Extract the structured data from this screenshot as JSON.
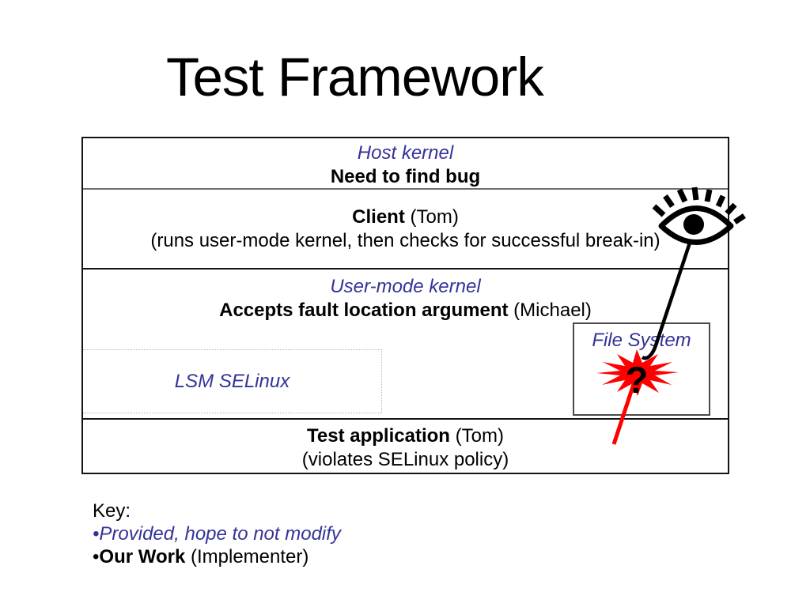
{
  "slide": {
    "title": "Test Framework"
  },
  "colors": {
    "accent_blue": "#333399",
    "burst_red": "#ff0000",
    "text_black": "#000000"
  },
  "diagram": {
    "host": {
      "name": "Host kernel",
      "note": "Need to find bug"
    },
    "client": {
      "name": "Client",
      "owner": " (Tom)",
      "note": "(runs user-mode kernel, then checks for successful break-in)"
    },
    "usermode": {
      "name": "User-mode kernel",
      "note_bold": "Accepts fault location argument",
      "owner": " (Michael)"
    },
    "lsm": {
      "name": "LSM SELinux"
    },
    "filesystem": {
      "name": "File System"
    },
    "burst_label": "?",
    "testapp": {
      "name": "Test application",
      "owner": " (Tom)",
      "note": "(violates SELinux policy)"
    }
  },
  "key": {
    "heading": "Key:",
    "item1_bullet": "•",
    "item1_text": "Provided, hope to not modify",
    "item2_bullet": "•",
    "item2_text": "Our Work",
    "item2_suffix": " (Implementer)"
  },
  "icons": {
    "eye": "watching-eye",
    "burst": "impact-starburst"
  }
}
